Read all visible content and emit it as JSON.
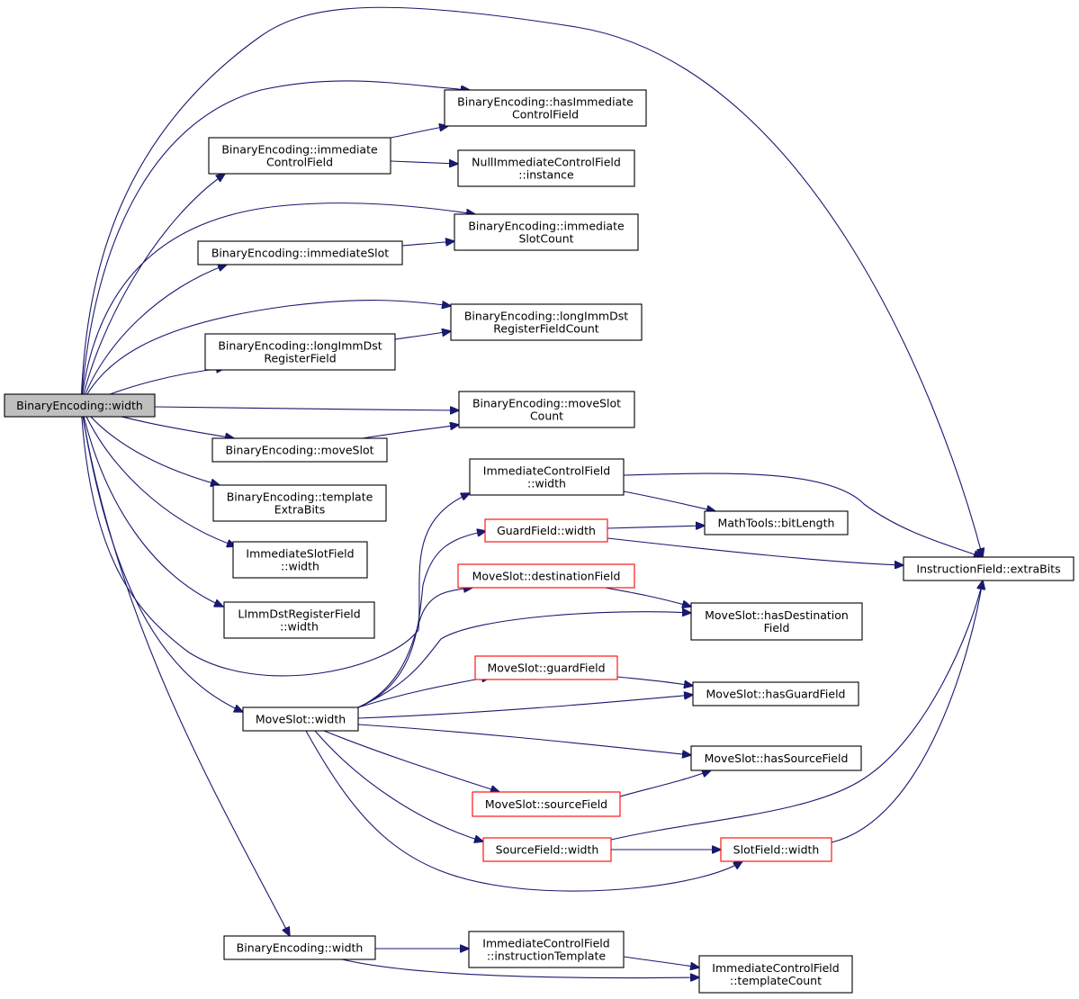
{
  "colors": {
    "edge": "#191970",
    "node_border": "#000000",
    "truncated_border": "#ff0000",
    "root_fill": "#bfbfbf",
    "node_fill": "#ffffff"
  },
  "nodes": [
    {
      "id": "root",
      "lines": [
        "BinaryEncoding::width"
      ],
      "style": "root"
    },
    {
      "id": "hasImmediateControlField",
      "lines": [
        "BinaryEncoding::hasImmediate",
        "ControlField"
      ],
      "style": "normal"
    },
    {
      "id": "immediateControlField",
      "lines": [
        "BinaryEncoding::immediate",
        "ControlField"
      ],
      "style": "normal"
    },
    {
      "id": "nullImmediateInstance",
      "lines": [
        "NullImmediateControlField",
        "::instance"
      ],
      "style": "normal"
    },
    {
      "id": "immediateSlotCount",
      "lines": [
        "BinaryEncoding::immediate",
        "SlotCount"
      ],
      "style": "normal"
    },
    {
      "id": "immediateSlot",
      "lines": [
        "BinaryEncoding::immediateSlot"
      ],
      "style": "normal"
    },
    {
      "id": "longImmDstRegisterFieldCount",
      "lines": [
        "BinaryEncoding::longImmDst",
        "RegisterFieldCount"
      ],
      "style": "normal"
    },
    {
      "id": "longImmDstRegisterField",
      "lines": [
        "BinaryEncoding::longImmDst",
        "RegisterField"
      ],
      "style": "normal"
    },
    {
      "id": "moveSlotCount",
      "lines": [
        "BinaryEncoding::moveSlot",
        "Count"
      ],
      "style": "normal"
    },
    {
      "id": "moveSlotBE",
      "lines": [
        "BinaryEncoding::moveSlot"
      ],
      "style": "normal"
    },
    {
      "id": "templateExtraBits",
      "lines": [
        "BinaryEncoding::template",
        "ExtraBits"
      ],
      "style": "normal"
    },
    {
      "id": "immediateSlotFieldWidth",
      "lines": [
        "ImmediateSlotField",
        "::width"
      ],
      "style": "normal"
    },
    {
      "id": "limmDstRegisterFieldWidth",
      "lines": [
        "LImmDstRegisterField",
        "::width"
      ],
      "style": "normal"
    },
    {
      "id": "immediateControlFieldWidth",
      "lines": [
        "ImmediateControlField",
        "::width"
      ],
      "style": "normal"
    },
    {
      "id": "guardFieldWidth",
      "lines": [
        "GuardField::width"
      ],
      "style": "truncated"
    },
    {
      "id": "mathToolsBitLength",
      "lines": [
        "MathTools::bitLength"
      ],
      "style": "normal"
    },
    {
      "id": "instructionFieldExtraBits",
      "lines": [
        "InstructionField::extraBits"
      ],
      "style": "normal"
    },
    {
      "id": "moveSlotDestinationField",
      "lines": [
        "MoveSlot::destinationField"
      ],
      "style": "truncated"
    },
    {
      "id": "moveSlotHasDestinationField",
      "lines": [
        "MoveSlot::hasDestination",
        "Field"
      ],
      "style": "normal"
    },
    {
      "id": "moveSlotGuardField",
      "lines": [
        "MoveSlot::guardField"
      ],
      "style": "truncated"
    },
    {
      "id": "moveSlotHasGuardField",
      "lines": [
        "MoveSlot::hasGuardField"
      ],
      "style": "normal"
    },
    {
      "id": "moveSlotWidth",
      "lines": [
        "MoveSlot::width"
      ],
      "style": "normal"
    },
    {
      "id": "moveSlotHasSourceField",
      "lines": [
        "MoveSlot::hasSourceField"
      ],
      "style": "normal"
    },
    {
      "id": "moveSlotSourceField",
      "lines": [
        "MoveSlot::sourceField"
      ],
      "style": "truncated"
    },
    {
      "id": "sourceFieldWidth",
      "lines": [
        "SourceField::width"
      ],
      "style": "truncated"
    },
    {
      "id": "slotFieldWidth",
      "lines": [
        "SlotField::width"
      ],
      "style": "truncated"
    },
    {
      "id": "binaryEncodingWidth2",
      "lines": [
        "BinaryEncoding::width"
      ],
      "style": "normal"
    },
    {
      "id": "immediateInstructionTemplate",
      "lines": [
        "ImmediateControlField",
        "::instructionTemplate"
      ],
      "style": "normal"
    },
    {
      "id": "immediateTemplateCount",
      "lines": [
        "ImmediateControlField",
        "::templateCount"
      ],
      "style": "normal"
    }
  ],
  "edges": [
    {
      "from": "root",
      "to": "instructionFieldExtraBits"
    },
    {
      "from": "root",
      "to": "hasImmediateControlField"
    },
    {
      "from": "root",
      "to": "immediateControlField"
    },
    {
      "from": "root",
      "to": "immediateSlotCount"
    },
    {
      "from": "root",
      "to": "immediateSlot"
    },
    {
      "from": "root",
      "to": "longImmDstRegisterFieldCount"
    },
    {
      "from": "root",
      "to": "longImmDstRegisterField"
    },
    {
      "from": "root",
      "to": "moveSlotCount"
    },
    {
      "from": "root",
      "to": "moveSlotBE"
    },
    {
      "from": "root",
      "to": "templateExtraBits"
    },
    {
      "from": "root",
      "to": "immediateSlotFieldWidth"
    },
    {
      "from": "root",
      "to": "limmDstRegisterFieldWidth"
    },
    {
      "from": "root",
      "to": "immediateControlFieldWidth"
    },
    {
      "from": "root",
      "to": "moveSlotWidth"
    },
    {
      "from": "root",
      "to": "binaryEncodingWidth2"
    },
    {
      "from": "immediateControlField",
      "to": "hasImmediateControlField"
    },
    {
      "from": "immediateControlField",
      "to": "nullImmediateInstance"
    },
    {
      "from": "immediateSlot",
      "to": "immediateSlotCount"
    },
    {
      "from": "longImmDstRegisterField",
      "to": "longImmDstRegisterFieldCount"
    },
    {
      "from": "moveSlotBE",
      "to": "moveSlotCount"
    },
    {
      "from": "immediateControlFieldWidth",
      "to": "mathToolsBitLength"
    },
    {
      "from": "immediateControlFieldWidth",
      "to": "instructionFieldExtraBits"
    },
    {
      "from": "guardFieldWidth",
      "to": "mathToolsBitLength"
    },
    {
      "from": "guardFieldWidth",
      "to": "instructionFieldExtraBits"
    },
    {
      "from": "moveSlotDestinationField",
      "to": "moveSlotHasDestinationField"
    },
    {
      "from": "moveSlotGuardField",
      "to": "moveSlotHasGuardField"
    },
    {
      "from": "moveSlotWidth",
      "to": "guardFieldWidth"
    },
    {
      "from": "moveSlotWidth",
      "to": "moveSlotDestinationField"
    },
    {
      "from": "moveSlotWidth",
      "to": "moveSlotHasDestinationField"
    },
    {
      "from": "moveSlotWidth",
      "to": "moveSlotGuardField"
    },
    {
      "from": "moveSlotWidth",
      "to": "moveSlotHasGuardField"
    },
    {
      "from": "moveSlotWidth",
      "to": "moveSlotHasSourceField"
    },
    {
      "from": "moveSlotWidth",
      "to": "moveSlotSourceField"
    },
    {
      "from": "moveSlotWidth",
      "to": "sourceFieldWidth"
    },
    {
      "from": "moveSlotWidth",
      "to": "slotFieldWidth"
    },
    {
      "from": "moveSlotSourceField",
      "to": "moveSlotHasSourceField"
    },
    {
      "from": "sourceFieldWidth",
      "to": "slotFieldWidth"
    },
    {
      "from": "sourceFieldWidth",
      "to": "instructionFieldExtraBits"
    },
    {
      "from": "slotFieldWidth",
      "to": "instructionFieldExtraBits"
    },
    {
      "from": "binaryEncodingWidth2",
      "to": "immediateInstructionTemplate"
    },
    {
      "from": "binaryEncodingWidth2",
      "to": "immediateTemplateCount"
    },
    {
      "from": "immediateInstructionTemplate",
      "to": "immediateTemplateCount"
    }
  ]
}
